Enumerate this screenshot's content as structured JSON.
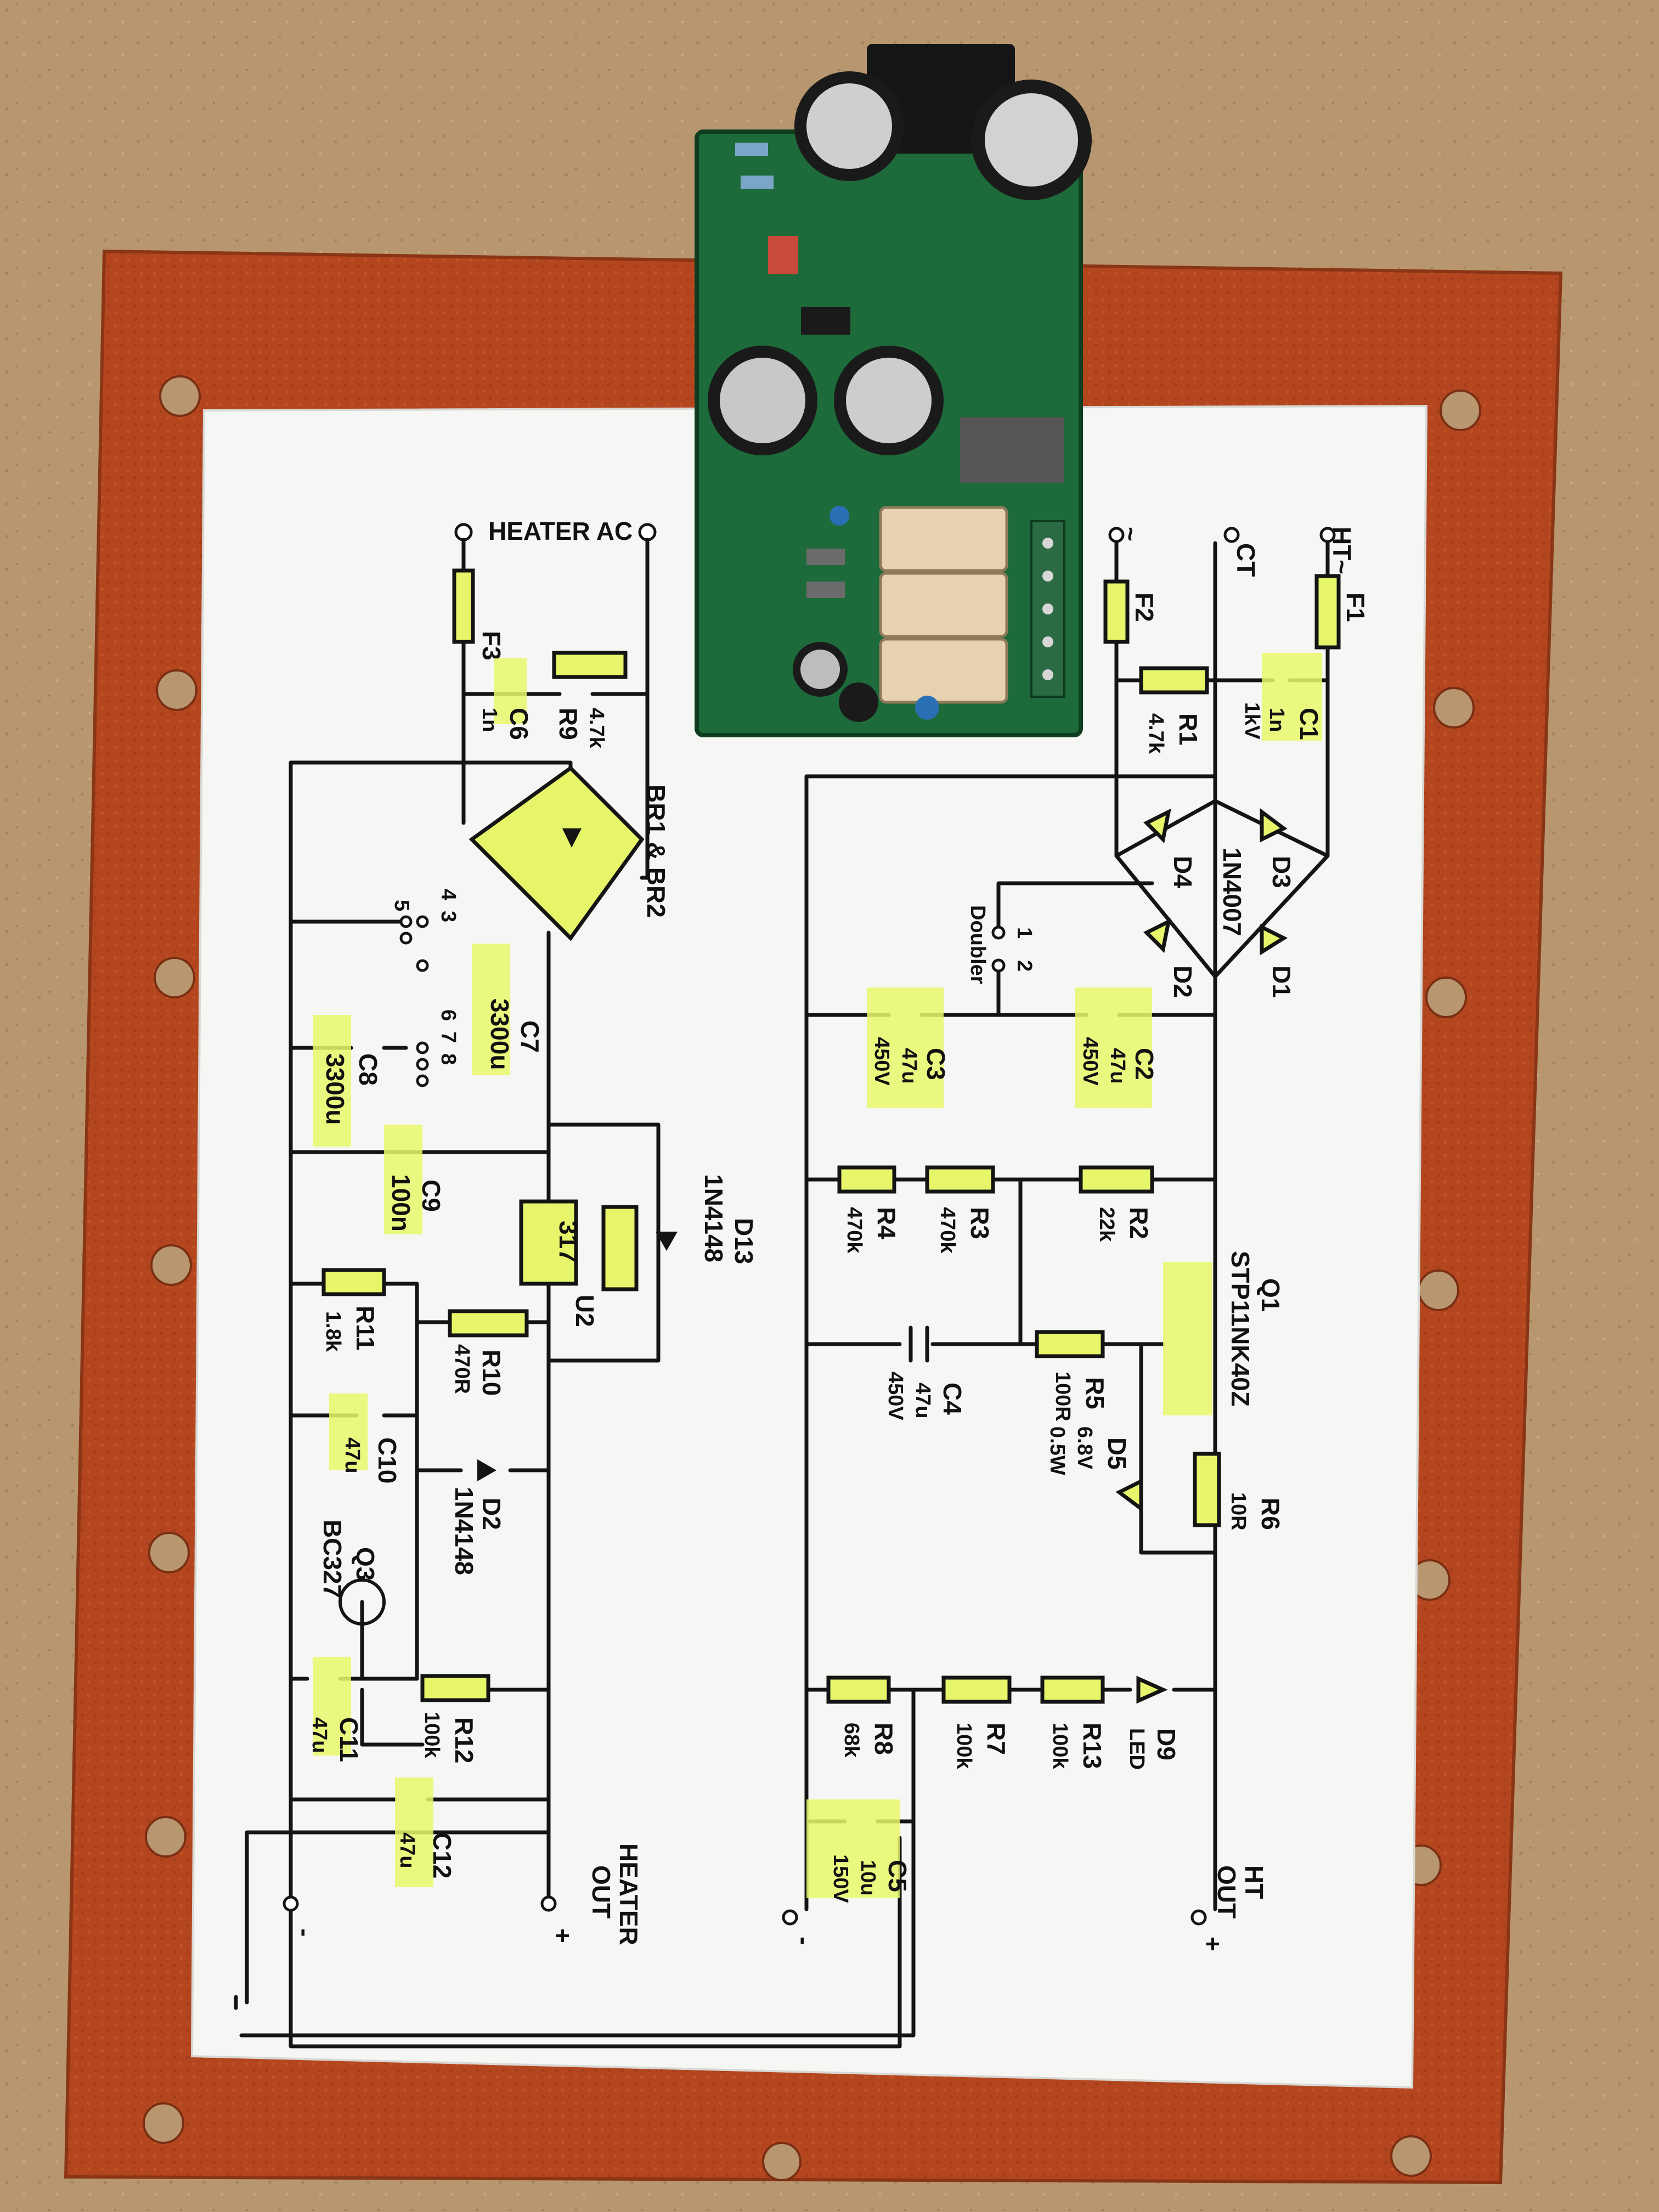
{
  "photo": {
    "description_colors": {
      "cardboard": "#b89770",
      "silicone_mat": "#b54a22",
      "paper": "#f6f6f4",
      "pcb": "#1d6a3a",
      "highlighter": "#e8f86a"
    }
  },
  "schematic": {
    "heater": {
      "input": "HEATER AC",
      "output": [
        "HEATER",
        "OUT"
      ],
      "out_plus": "+",
      "out_minus": "-",
      "bridge": "BR1 & BR2",
      "regulator": "317",
      "regulator_ref": "U2",
      "parts": [
        {
          "ref": "F3",
          "value": ""
        },
        {
          "ref": "R9",
          "value": "4.7k"
        },
        {
          "ref": "C6",
          "value": "1n"
        },
        {
          "ref": "C7",
          "value": "3300u"
        },
        {
          "ref": "C8",
          "value": "3300u"
        },
        {
          "ref": "C9",
          "value": "100n"
        },
        {
          "ref": "D13",
          "value": "1N4148"
        },
        {
          "ref": "R11",
          "value": "1.8k"
        },
        {
          "ref": "R10",
          "value": "470R"
        },
        {
          "ref": "C10",
          "value": "47u"
        },
        {
          "ref": "D2",
          "value": "1N4148"
        },
        {
          "ref": "Q3",
          "value": "BC327"
        },
        {
          "ref": "C11",
          "value": "47u"
        },
        {
          "ref": "R12",
          "value": "100k"
        },
        {
          "ref": "C12",
          "value": "47u"
        }
      ],
      "jumper_pins": [
        "4",
        "3",
        "5",
        "6",
        "7",
        "8"
      ]
    },
    "ht": {
      "inputs": [
        "HT",
        "CT",
        "~",
        "~"
      ],
      "output": [
        "HT",
        "OUT"
      ],
      "out_plus": "+",
      "out_minus": "-",
      "diode_type": "1N4007",
      "doubler_label": "Doubler",
      "doubler_pins": [
        "1",
        "2"
      ],
      "parts": [
        {
          "ref": "F1",
          "value": ""
        },
        {
          "ref": "F2",
          "value": ""
        },
        {
          "ref": "C1",
          "value": "1n",
          "rating": "1kV"
        },
        {
          "ref": "R1",
          "value": "4.7k"
        },
        {
          "ref": "D1",
          "value": ""
        },
        {
          "ref": "D2",
          "value": ""
        },
        {
          "ref": "D3",
          "value": ""
        },
        {
          "ref": "D4",
          "value": ""
        },
        {
          "ref": "C2",
          "value": "47u",
          "rating": "450V"
        },
        {
          "ref": "C3",
          "value": "47u",
          "rating": "450V"
        },
        {
          "ref": "R2",
          "value": "22k"
        },
        {
          "ref": "R3",
          "value": "470k"
        },
        {
          "ref": "R4",
          "value": "470k"
        },
        {
          "ref": "Q1",
          "value": "STP11NK40Z"
        },
        {
          "ref": "C4",
          "value": "47u",
          "rating": "450V"
        },
        {
          "ref": "R5",
          "value": "100R"
        },
        {
          "ref": "D5",
          "value": "6.8V",
          "rating": "0.5W"
        },
        {
          "ref": "R6",
          "value": "10R"
        },
        {
          "ref": "D9",
          "value": "LED"
        },
        {
          "ref": "R13",
          "value": "100k"
        },
        {
          "ref": "R7",
          "value": "100k"
        },
        {
          "ref": "R8",
          "value": "68k"
        },
        {
          "ref": "C5",
          "value": "10u",
          "rating": "150V"
        }
      ]
    }
  }
}
